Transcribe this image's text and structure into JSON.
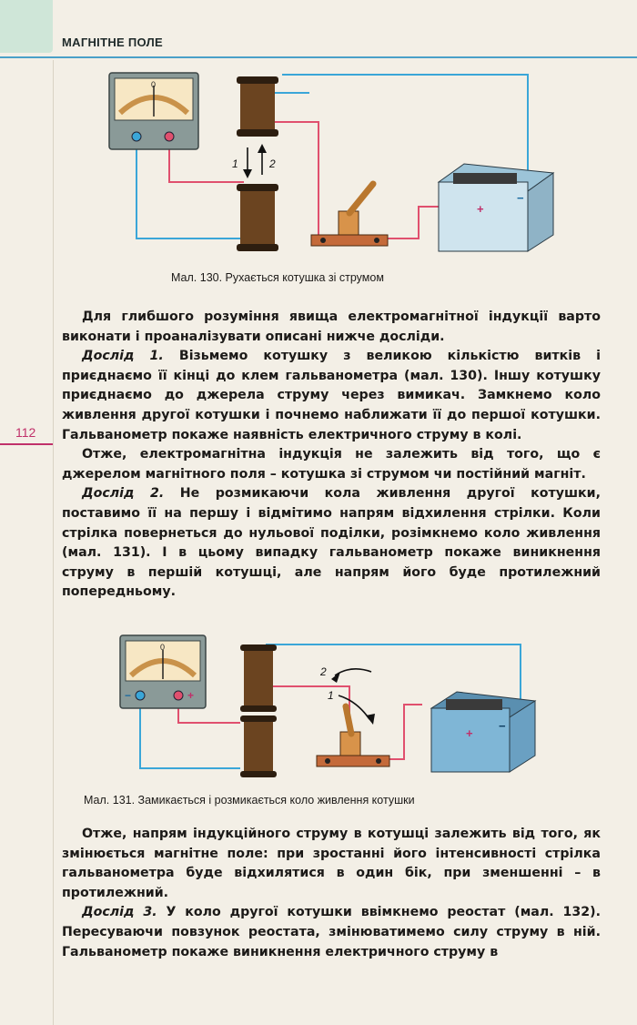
{
  "header": {
    "title": "МАГНІТНЕ ПОЛЕ"
  },
  "page_number": "112",
  "figure_130": {
    "caption": "Мал. 130. Рухається котушка зі струмом",
    "arrow_label_1": "1",
    "arrow_label_2": "2",
    "meter_zero": "0",
    "battery_plus": "+",
    "battery_minus": "−"
  },
  "figure_131": {
    "caption": "Мал. 131. Замикається і розмикається коло живлення котушки",
    "arrow_label_1": "1",
    "arrow_label_2": "2",
    "meter_zero": "0",
    "meter_minus": "−",
    "meter_plus": "+",
    "battery_plus": "+",
    "battery_minus": "−"
  },
  "colors": {
    "accent": "#4aa0c8",
    "page_number": "#c0306a",
    "wire_red": "#e0506e",
    "wire_blue": "#3aa6d8",
    "coil": "#6b4420"
  },
  "paragraphs": {
    "p1": "Для глибшого розуміння явища електромагнітної індукції варто виконати і проаналізувати описані нижче досліди.",
    "p2_label": "Дослід 1.",
    "p2": " Візьмемо котушку з великою кількістю витків і приєднаємо її кінці до клем гальванометра (мал. 130). Іншу котушку приєднаємо до джерела струму через вимикач. Замкнемо коло живлення другої котушки і почнемо наближати її до першої котушки. Гальванометр покаже наявність електричного струму в колі.",
    "p3": "Отже, електромагнітна індукція не залежить від того, що є джерелом магнітного поля – котушка зі струмом чи постійний магніт.",
    "p4_label": "Дослід 2.",
    "p4": " Не розмикаючи кола живлення другої котушки, поставимо її на першу і відмітимо напрям відхилення стрілки. Коли стрілка повернеться до нульової поділки, розімкнемо коло живлення (мал. 131). І в цьому випадку гальванометр покаже виникнення струму в першій котушці, але напрям його буде протилежний попередньому.",
    "p5": "Отже, напрям індукційного струму в котушці залежить від того, як змінюється магнітне поле: при зростанні його інтенсивності стрілка гальванометра буде відхилятися в один бік, при зменшенні – в протилежний.",
    "p6_label": "Дослід 3.",
    "p6": " У коло другої котушки ввімкнемо реостат (мал. 132). Пересуваючи повзунок реостата, змінюватимемо силу струму в ній. Гальванометр покаже виникнення електричного струму в"
  }
}
